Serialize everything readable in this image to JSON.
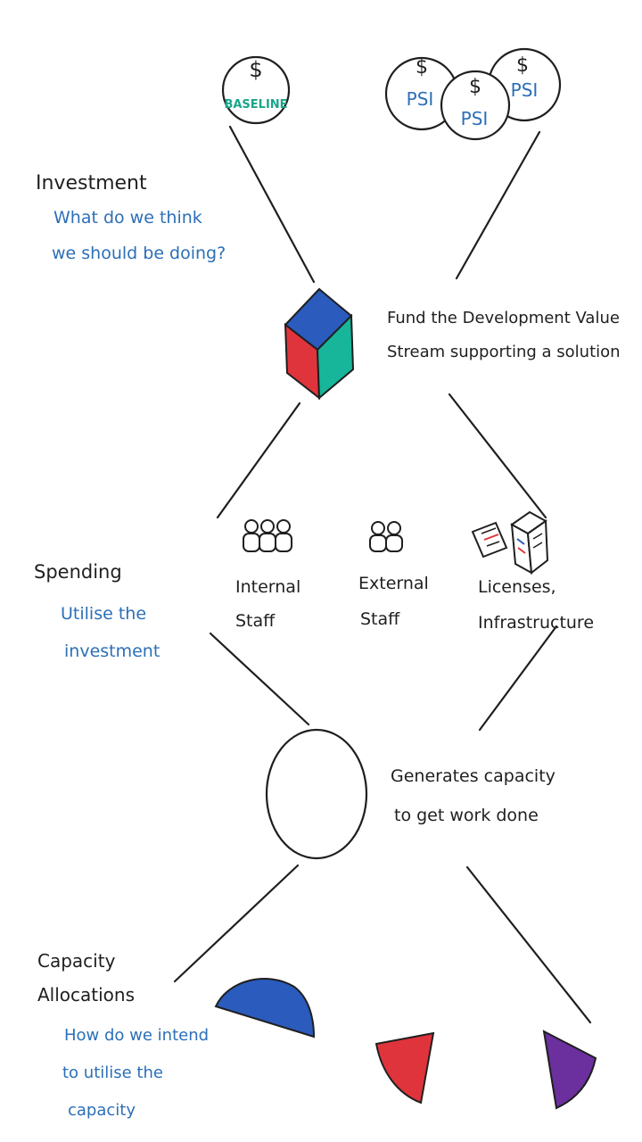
{
  "investment": {
    "heading": "Investment",
    "question_line1": "What do we think",
    "question_line2": "we should be doing?"
  },
  "coins": {
    "dollar": "$",
    "baseline": "BASELINE",
    "psi": "PSI"
  },
  "value_stream": {
    "line1": "Fund the Development Value",
    "line2": "Stream supporting a solution"
  },
  "spending": {
    "heading": "Spending",
    "sub_line1": "Utilise the",
    "sub_line2": "investment",
    "internal_line1": "Internal",
    "internal_line2": "Staff",
    "external_line1": "External",
    "external_line2": "Staff",
    "licenses_line1": "Licenses,",
    "licenses_line2": "Infrastructure"
  },
  "capacity": {
    "line1": "Generates capacity",
    "line2": "to get work done"
  },
  "allocations": {
    "heading_line1": "Capacity",
    "heading_line2": "Allocations",
    "sub_line1": "How do we intend",
    "sub_line2": "to utilise the",
    "sub_line3": "capacity"
  },
  "colors": {
    "ink": "#1f1f1f",
    "note_blue": "#2c6fb7",
    "baseline_teal": "#1aa58a",
    "shape_blue": "#2a5bbd",
    "shape_red": "#e0343c",
    "shape_teal": "#17b59a",
    "shape_purple": "#6b2f9e"
  }
}
